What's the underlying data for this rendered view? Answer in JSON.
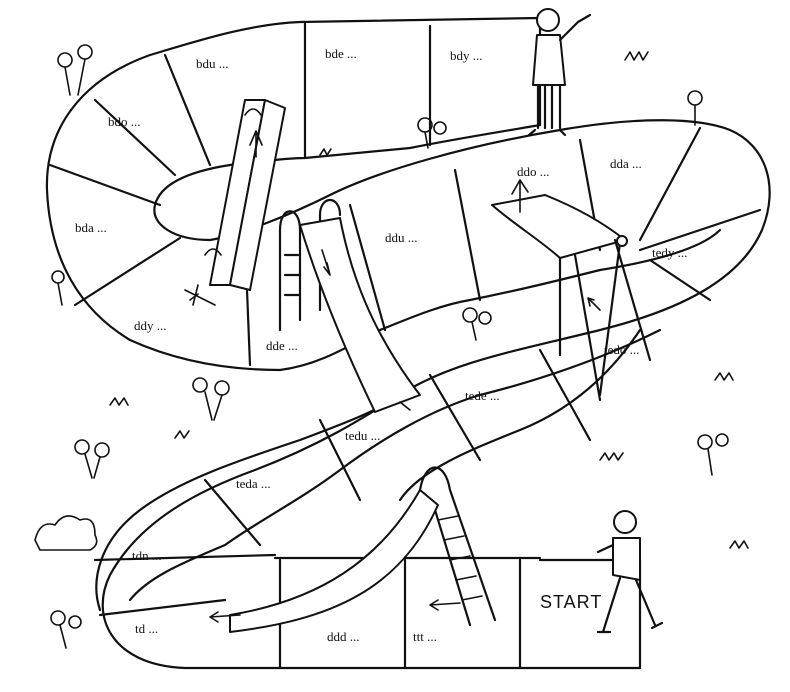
{
  "board": {
    "squares": {
      "bdu": "bdu ...",
      "bde": "bde ...",
      "bdy": "bdy ...",
      "bdo": "bdo ...",
      "bda": "bda ...",
      "ddy": "ddy ...",
      "dde": "dde ...",
      "ddu": "ddu ...",
      "ddo": "ddo ...",
      "dda": "dda ...",
      "tedy": "tedy ...",
      "tedo": "tedo ...",
      "tede": "tede ...",
      "tedu": "tedu ...",
      "teda": "teda ...",
      "tdn": "tdn ...",
      "td": "td ...",
      "ddd": "ddd ...",
      "ttt": "ttt ..."
    },
    "start_label": "START"
  }
}
